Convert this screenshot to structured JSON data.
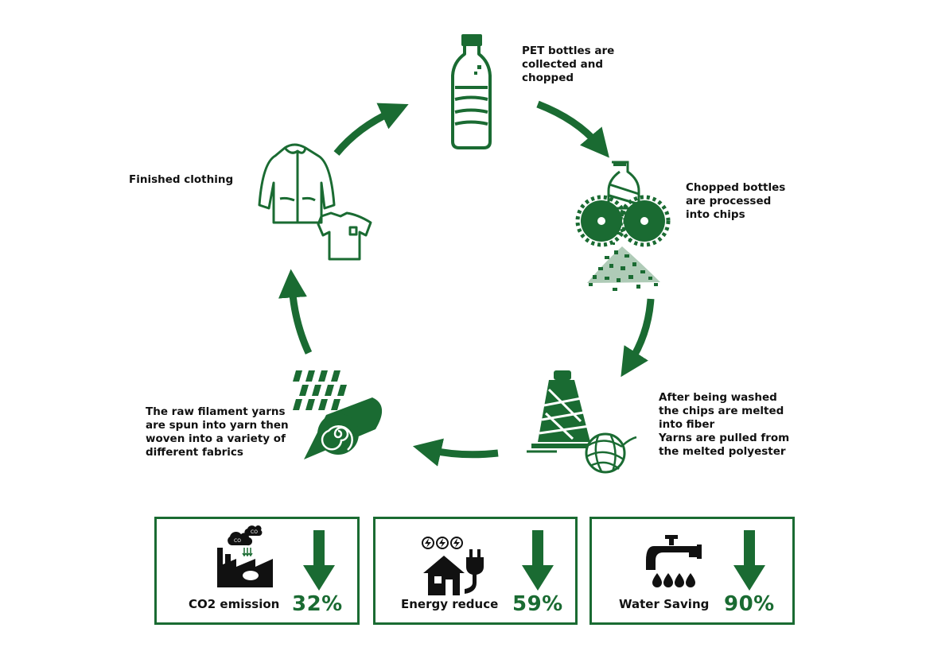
{
  "colors": {
    "accent": "#1a6b32",
    "text": "#111111",
    "icon": "#111111"
  },
  "steps": [
    {
      "label": "PET bottles are\ncollected and\nchopped",
      "icon": "bottle-icon"
    },
    {
      "label": "Chopped bottles\nare processed\ninto chips",
      "icon": "shredder-icon"
    },
    {
      "label": "After being washed\nthe chips are melted\ninto fiber\nYarns are pulled from\nthe melted polyester",
      "icon": "yarn-spool-icon"
    },
    {
      "label": "The raw filament yarns\nare spun into yarn then\nwoven into a variety of\ndifferent fabrics",
      "icon": "fabric-roll-icon"
    },
    {
      "label": "Finished clothing",
      "icon": "clothing-icon"
    }
  ],
  "stats": [
    {
      "label": "CO2 emission",
      "value": "32%",
      "icon": "factory-icon"
    },
    {
      "label": "Energy reduce",
      "value": "59%",
      "icon": "house-plug-icon"
    },
    {
      "label": "Water Saving",
      "value": "90%",
      "icon": "faucet-icon"
    }
  ]
}
